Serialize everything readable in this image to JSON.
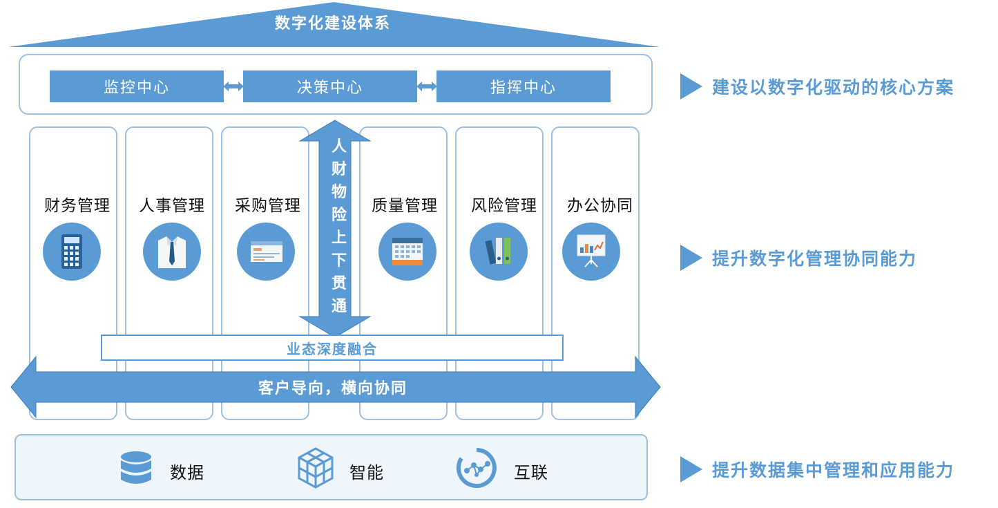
{
  "title": "数字化建设体系",
  "centers": [
    "监控中心",
    "决策中心",
    "指挥中心"
  ],
  "modules": [
    {
      "label": "财务管理",
      "icon": "calculator-icon"
    },
    {
      "label": "人事管理",
      "icon": "shirt-tie-icon"
    },
    {
      "label": "采购管理",
      "icon": "invoice-icon"
    },
    {
      "label": "质量管理",
      "icon": "calendar-icon"
    },
    {
      "label": "风险管理",
      "icon": "binders-icon"
    },
    {
      "label": "办公协同",
      "icon": "presentation-board-icon"
    }
  ],
  "vertical_arrow_text": "人财物险上下贯通",
  "fusion_label": "业态深度融合",
  "horizontal_arrow_label": "客户导向，横向协同",
  "base": [
    {
      "label": "数据",
      "icon": "database-icon"
    },
    {
      "label": "智能",
      "icon": "cube-grid-icon"
    },
    {
      "label": "互联",
      "icon": "network-icon"
    }
  ],
  "side_points": [
    "建设以数字化驱动的核心方案",
    "提升数字化管理协同能力",
    "提升数据集中管理和应用能力"
  ],
  "colors": {
    "primary": "#5b9bd5",
    "border": "#9dbfe0",
    "base_bg": "#eef5fb"
  }
}
